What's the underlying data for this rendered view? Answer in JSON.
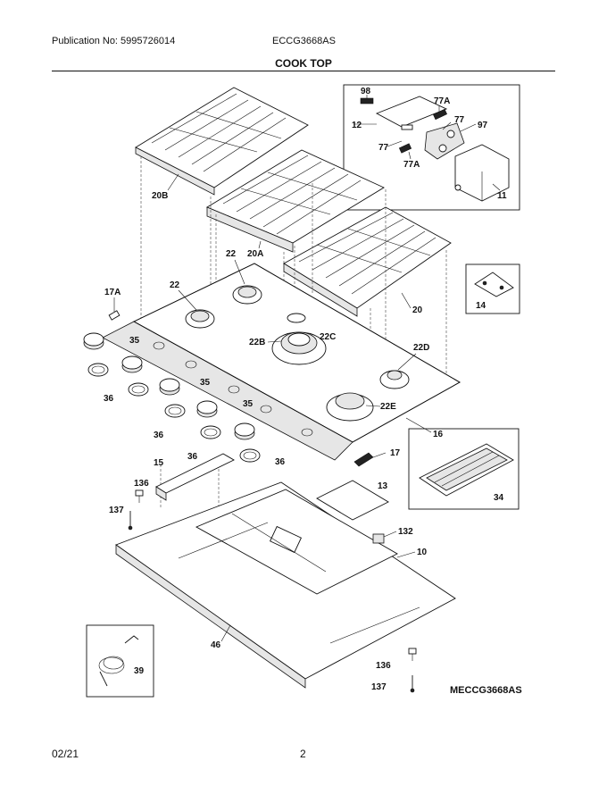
{
  "header": {
    "publication": "Publication No: 5995726014",
    "model": "ECCG3668AS"
  },
  "title": "COOK TOP",
  "footer": {
    "date": "02/21",
    "page": "2"
  },
  "diagram_code": "MECCG3668AS",
  "callouts": {
    "c98": "98",
    "c77a_top": "77A",
    "c12": "12",
    "c77_right": "77",
    "c97": "97",
    "c77_left": "77",
    "c77a_bot": "77A",
    "c11": "11",
    "c20b": "20B",
    "c20a": "20A",
    "c20": "20",
    "c14": "14",
    "c22_a": "22",
    "c22_b": "22",
    "c17a": "17A",
    "c35_a": "35",
    "c35_b": "35",
    "c35_c": "35",
    "c22b": "22B",
    "c22c": "22C",
    "c22d": "22D",
    "c22e": "22E",
    "c36_a": "36",
    "c36_b": "36",
    "c36_c": "36",
    "c36_d": "36",
    "c16": "16",
    "c17": "17",
    "c34": "34",
    "c15": "15",
    "c13": "13",
    "c136_a": "136",
    "c137_a": "137",
    "c132": "132",
    "c10": "10",
    "c46": "46",
    "c39": "39",
    "c136_b": "136",
    "c137_b": "137"
  }
}
